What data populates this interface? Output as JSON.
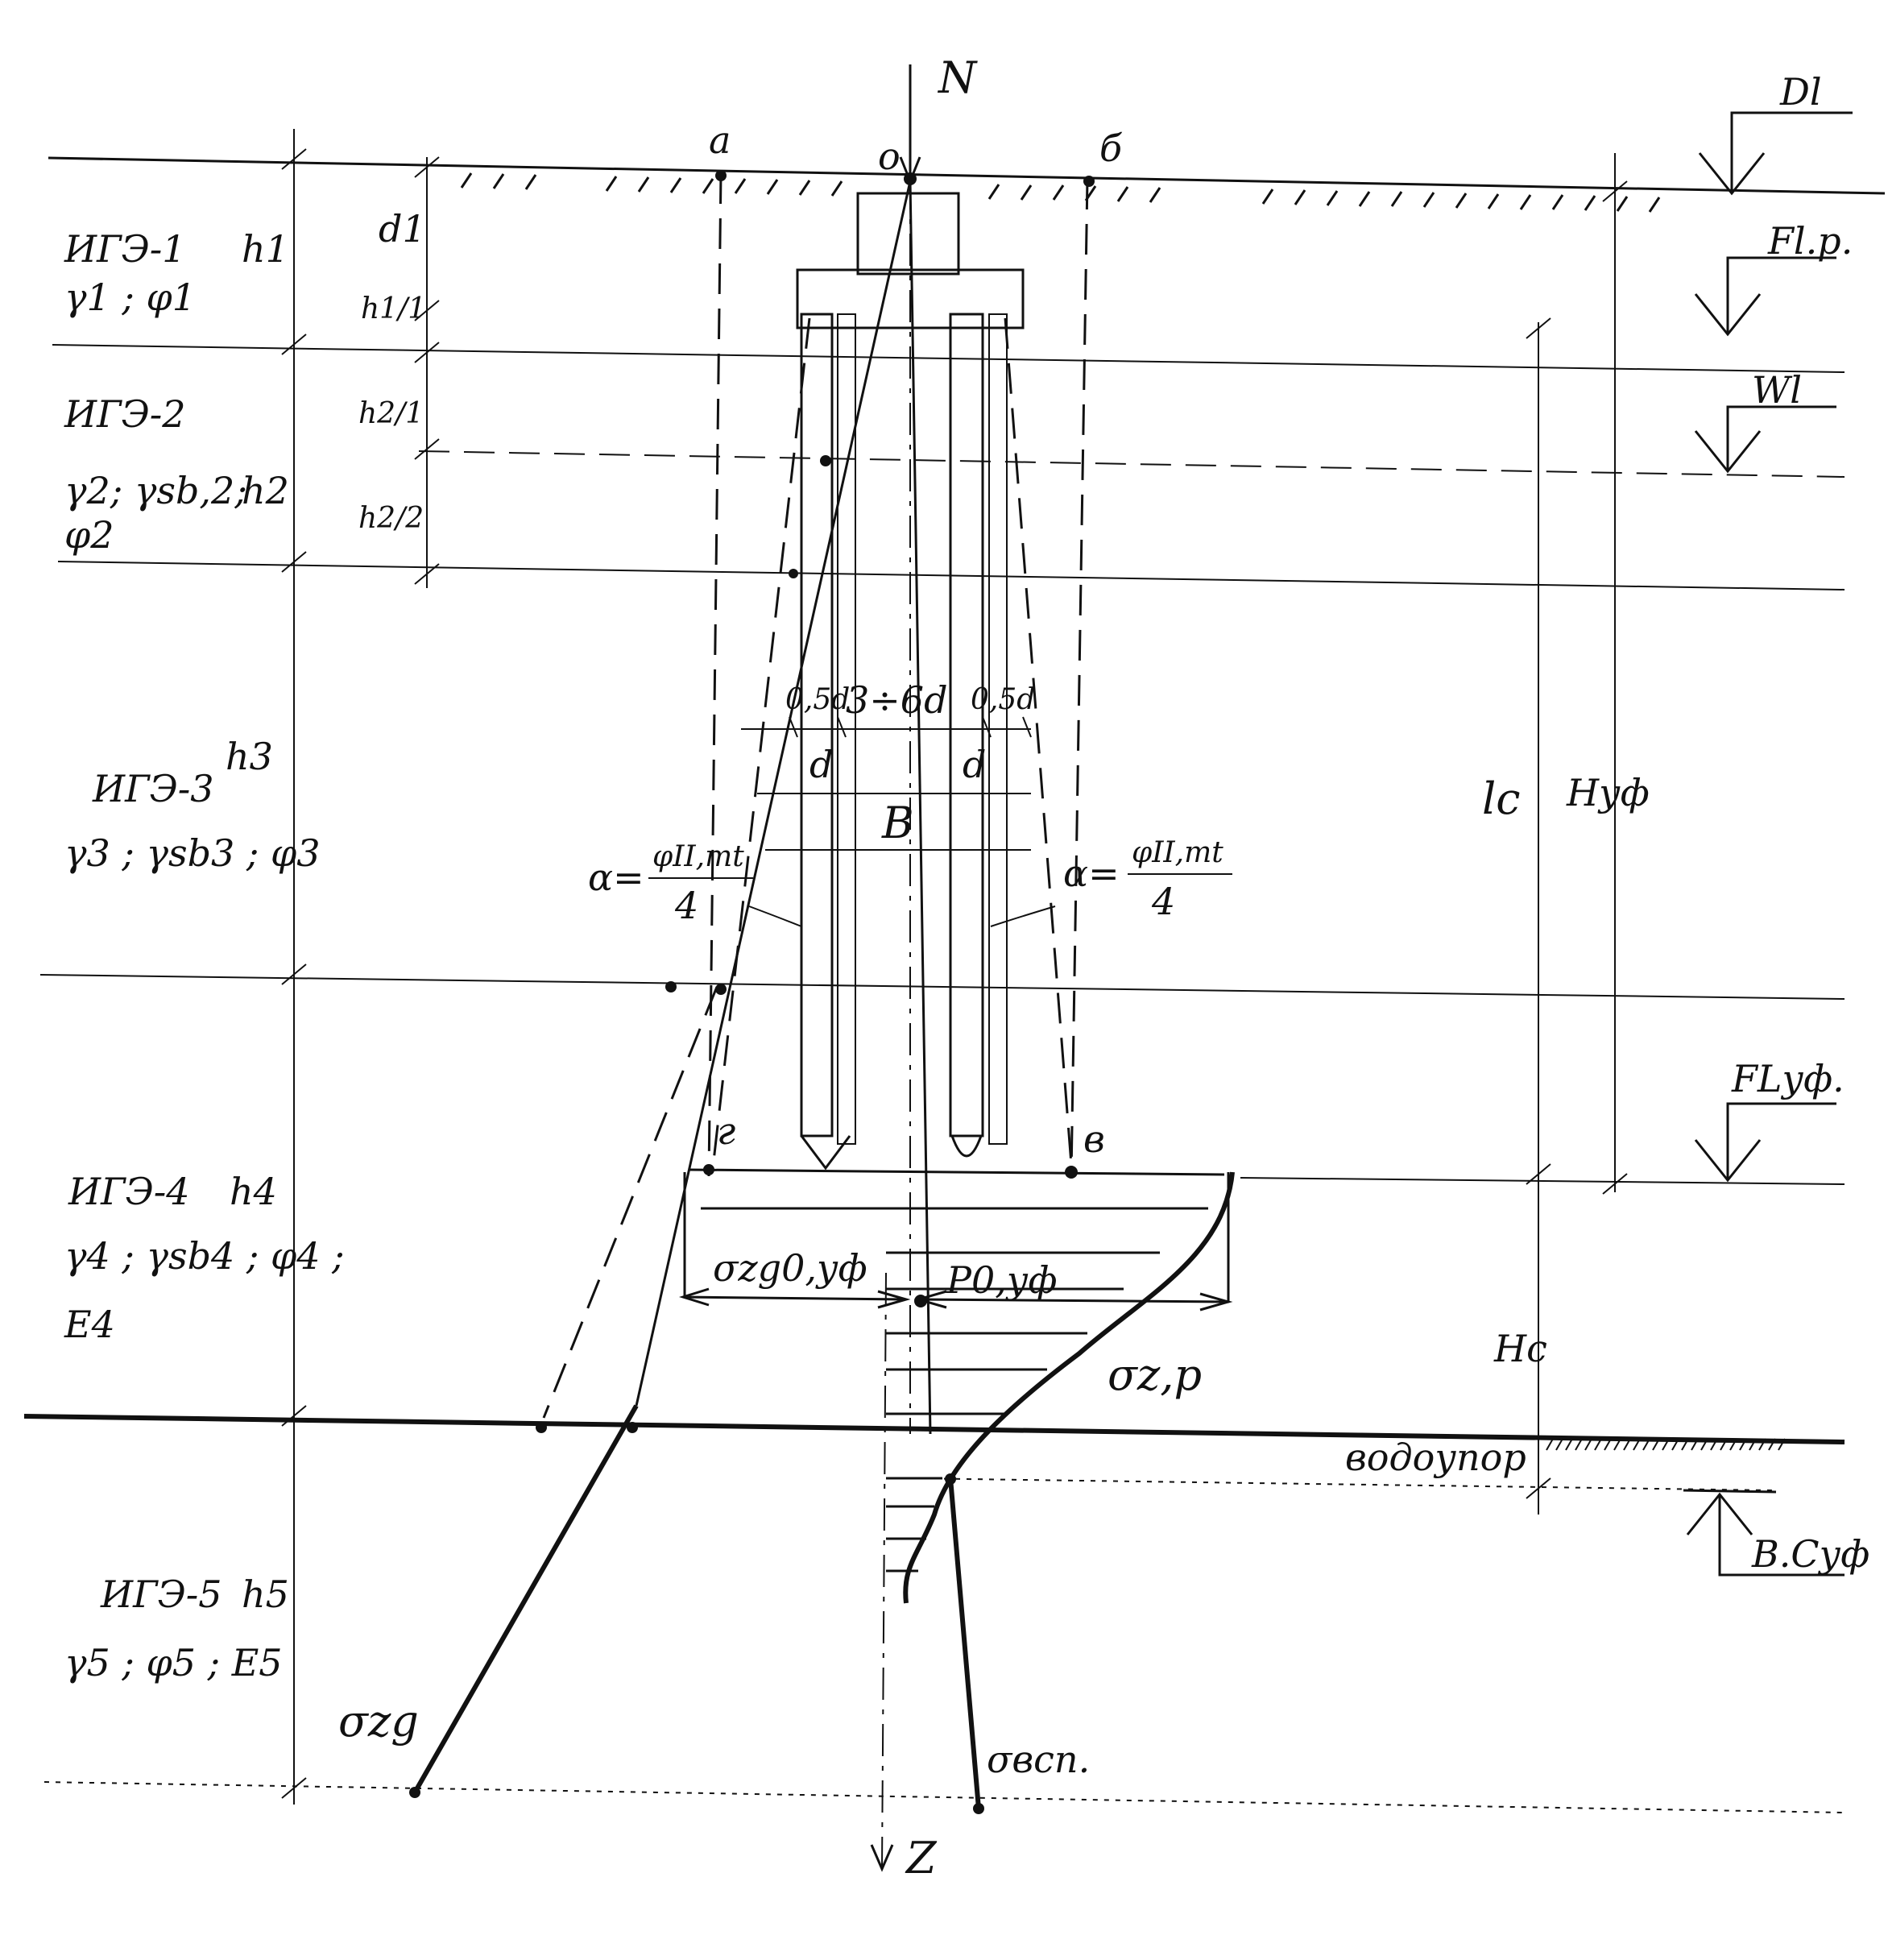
{
  "axes": {
    "vertical_top": "N",
    "vertical_bottom": "Z"
  },
  "points": {
    "a": "a",
    "o": "o",
    "b": "б",
    "g": "г",
    "v": "в"
  },
  "levels": {
    "dl": "Dl",
    "fl_p": "Fl.p.",
    "wl": "Wl",
    "fl_uf": "FLуф.",
    "bc_uf": "B.Cуф",
    "aquiclude": "водоупор"
  },
  "layers": [
    {
      "name": "ИГЭ-1",
      "params": "γ1 ; φ1",
      "params2": "",
      "thickness": "h1"
    },
    {
      "name": "ИГЭ-2",
      "params": "γ2; γsb,2;",
      "params2": "φ2",
      "thickness": "h2"
    },
    {
      "name": "ИГЭ-3",
      "params": "γ3 ; γsb3 ; φ3",
      "params2": "",
      "thickness": "h3"
    },
    {
      "name": "ИГЭ-4",
      "params": "γ4 ; γsb4 ; φ4 ;",
      "params2": "E4",
      "thickness": "h4"
    },
    {
      "name": "ИГЭ-5",
      "params": "γ5 ; φ5 ; E5",
      "params2": "",
      "thickness": "h5"
    }
  ],
  "dimensions": {
    "d1": "d1",
    "h1_1": "h1/1",
    "h2_1": "h2/1",
    "h2_2": "h2/2",
    "lc": "lc",
    "h_uf": "Hуф",
    "hc": "Hc",
    "half_d_left": "0,5d",
    "half_d_right": "0,5d",
    "pile_spacing": "3÷6d",
    "d_left": "d",
    "d_right": "d",
    "width_b": "B"
  },
  "angles": {
    "left_prefix": "α=",
    "left_num": "φII,mt",
    "left_den": "4",
    "right_prefix": "α=",
    "right_num": "φII,mt",
    "right_den": "4"
  },
  "stresses": {
    "szg0": "σzg0,уф",
    "p0": "P0,уф",
    "szp": "σz,p",
    "szg": "σzg",
    "svsp": "σвсп."
  }
}
